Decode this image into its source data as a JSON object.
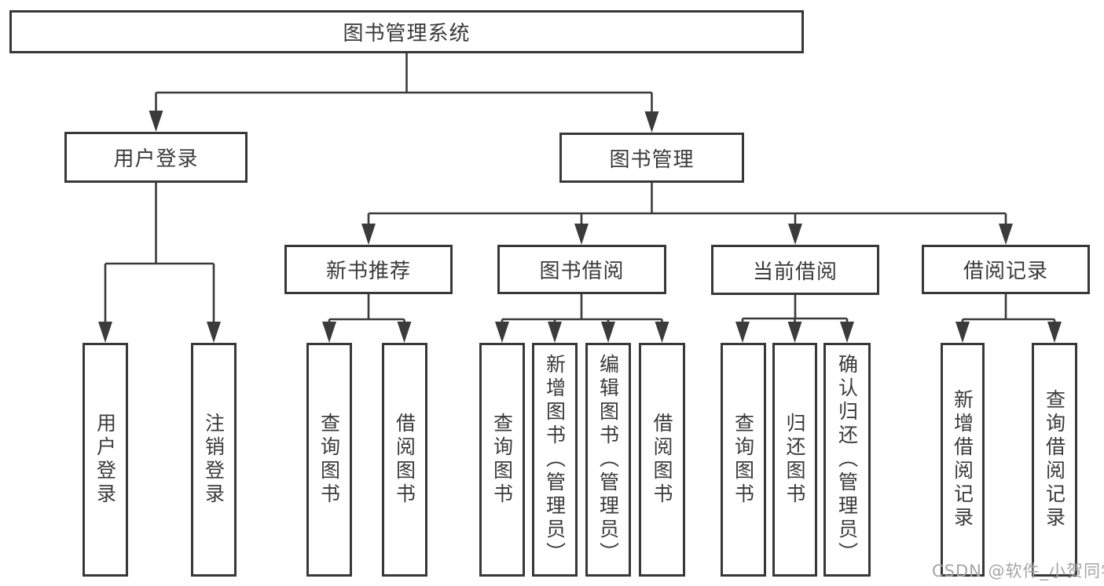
{
  "diagram_type": "hierarchy-tree",
  "watermark": "CSDN @软件_小贺同学",
  "colors": {
    "line": "#3b3b3b",
    "box_border": "#383838",
    "text": "#3a3a3a",
    "background": "#ffffff",
    "watermark": "#a5a5a5"
  },
  "tree": {
    "label": "图书管理系统",
    "children": [
      {
        "label": "用户登录",
        "children": [
          {
            "label": "用户登录"
          },
          {
            "label": "注销登录"
          }
        ]
      },
      {
        "label": "图书管理",
        "children": [
          {
            "label": "新书推荐",
            "children": [
              {
                "label": "查询图书"
              },
              {
                "label": "借阅图书"
              }
            ]
          },
          {
            "label": "图书借阅",
            "children": [
              {
                "label": "查询图书"
              },
              {
                "label": "新增图书（管理员）"
              },
              {
                "label": "编辑图书（管理员）"
              },
              {
                "label": "借阅图书"
              }
            ]
          },
          {
            "label": "当前借阅",
            "children": [
              {
                "label": "查询图书"
              },
              {
                "label": "归还图书"
              },
              {
                "label": "确认归还（管理员）"
              }
            ]
          },
          {
            "label": "借阅记录",
            "children": [
              {
                "label": "新增借阅记录"
              },
              {
                "label": "查询借阅记录"
              }
            ]
          }
        ]
      }
    ]
  }
}
